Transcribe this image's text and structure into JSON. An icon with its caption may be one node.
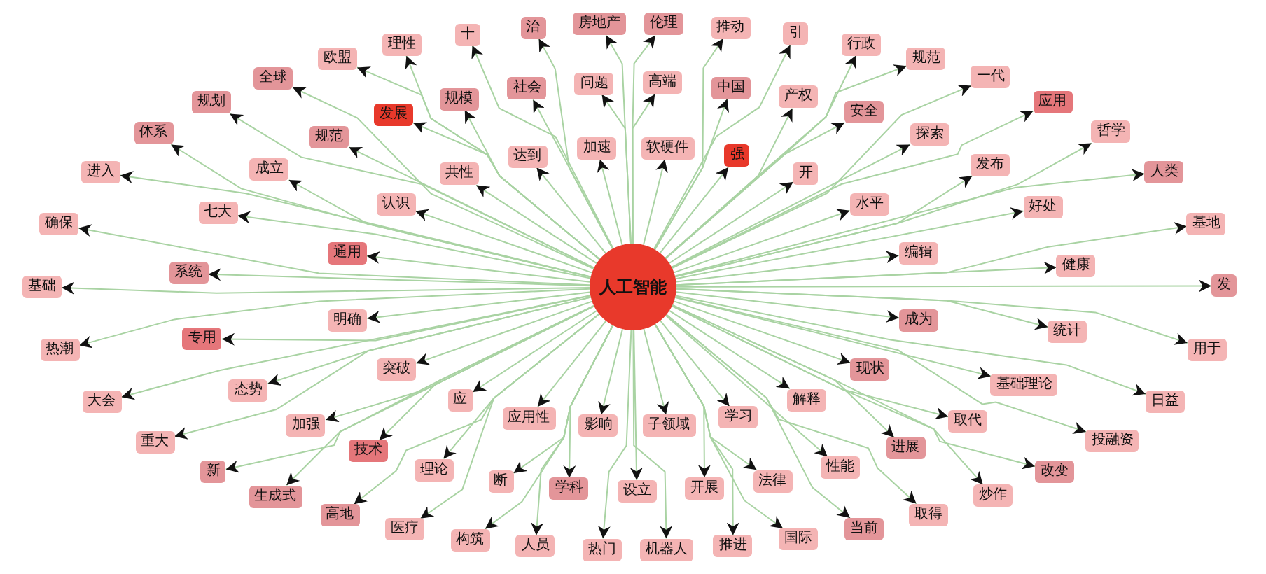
{
  "diagram": {
    "nodes": [
      {
        "text": [
          "人工智能"
        ]
      },
      {
        "text": [
          "基础"
        ]
      },
      {
        "text": [
          "系统"
        ]
      },
      {
        "text": [
          "确保"
        ]
      },
      {
        "text": [
          "通用"
        ]
      },
      {
        "text": [
          "进入"
        ]
      },
      {
        "text": [
          "七大"
        ]
      },
      {
        "text": [
          "体系"
        ]
      },
      {
        "text": [
          "成立"
        ]
      },
      {
        "text": [
          "认识"
        ]
      },
      {
        "text": [
          "规划"
        ]
      },
      {
        "text": [
          "规范"
        ]
      },
      {
        "text": [
          "全球"
        ]
      },
      {
        "text": [
          "共性"
        ]
      },
      {
        "text": [
          "欧盟"
        ]
      },
      {
        "text": [
          "发展"
        ]
      },
      {
        "text": [
          "理性"
        ]
      },
      {
        "text": [
          "规模"
        ]
      },
      {
        "text": [
          "达到"
        ]
      },
      {
        "text": [
          "十"
        ]
      },
      {
        "text": [
          "社会"
        ]
      },
      {
        "text": [
          "治"
        ]
      },
      {
        "text": [
          "加速"
        ]
      },
      {
        "text": [
          "房地产"
        ]
      },
      {
        "text": [
          "问题"
        ]
      },
      {
        "text": [
          "伦理"
        ]
      },
      {
        "text": [
          "高端"
        ]
      },
      {
        "text": [
          "软硬件"
        ]
      },
      {
        "text": [
          "推动"
        ]
      },
      {
        "text": [
          "中国"
        ]
      },
      {
        "text": [
          "引"
        ]
      },
      {
        "text": [
          "强"
        ]
      },
      {
        "text": [
          "行政"
        ]
      },
      {
        "text": [
          "产权"
        ]
      },
      {
        "text": [
          "规范"
        ]
      },
      {
        "text": [
          "安全"
        ]
      },
      {
        "text": [
          "开"
        ]
      },
      {
        "text": [
          "一代"
        ]
      },
      {
        "text": [
          "探索"
        ]
      },
      {
        "text": [
          "应用"
        ]
      },
      {
        "text": [
          "水平"
        ]
      },
      {
        "text": [
          "哲学"
        ]
      },
      {
        "text": [
          "发布"
        ]
      },
      {
        "text": [
          "人类"
        ]
      },
      {
        "text": [
          "好处"
        ]
      },
      {
        "text": [
          "编辑"
        ]
      },
      {
        "text": [
          "基地"
        ]
      },
      {
        "text": [
          "健康"
        ]
      },
      {
        "text": [
          "发"
        ]
      },
      {
        "text": [
          "成为"
        ]
      },
      {
        "text": [
          "用于"
        ]
      },
      {
        "text": [
          "统计"
        ]
      },
      {
        "text": [
          "日益"
        ]
      },
      {
        "text": [
          "基础理论"
        ]
      },
      {
        "text": [
          "现状"
        ]
      },
      {
        "text": [
          "投融资"
        ]
      },
      {
        "text": [
          "取代"
        ]
      },
      {
        "text": [
          "改变"
        ]
      },
      {
        "text": [
          "解释"
        ]
      },
      {
        "text": [
          "炒作"
        ]
      },
      {
        "text": [
          "进展"
        ]
      },
      {
        "text": [
          "取得"
        ]
      },
      {
        "text": [
          "性能"
        ]
      },
      {
        "text": [
          "学习"
        ]
      },
      {
        "text": [
          "当前"
        ]
      },
      {
        "text": [
          "法律"
        ]
      },
      {
        "text": [
          "国际"
        ]
      },
      {
        "text": [
          "子领域"
        ]
      },
      {
        "text": [
          "推进"
        ]
      },
      {
        "text": [
          "开展"
        ]
      },
      {
        "text": [
          "机器人"
        ]
      },
      {
        "text": [
          "设立"
        ]
      },
      {
        "text": [
          "影响"
        ]
      },
      {
        "text": [
          "热门"
        ]
      },
      {
        "text": [
          "学科"
        ]
      },
      {
        "text": [
          "人员"
        ]
      },
      {
        "text": [
          "应用性"
        ]
      },
      {
        "text": [
          "构筑"
        ]
      },
      {
        "text": [
          "断"
        ]
      },
      {
        "text": [
          "医疗"
        ]
      },
      {
        "text": [
          "理论"
        ]
      },
      {
        "text": [
          "应"
        ]
      },
      {
        "text": [
          "高地"
        ]
      },
      {
        "text": [
          "技术"
        ]
      },
      {
        "text": [
          "生成式"
        ]
      },
      {
        "text": [
          "突破"
        ]
      },
      {
        "text": [
          "新"
        ]
      },
      {
        "text": [
          "加强"
        ]
      },
      {
        "text": [
          "重大"
        ]
      },
      {
        "text": [
          "态势"
        ]
      },
      {
        "text": [
          "明确"
        ]
      },
      {
        "text": [
          "大会"
        ]
      },
      {
        "text": [
          "专用"
        ]
      },
      {
        "text": [
          "热潮"
        ]
      }
    ],
    "edges": [
      {
        "from": 0,
        "to": 1,
        "arrow": "to"
      },
      {
        "from": 0,
        "to": 2,
        "arrow": "to"
      },
      {
        "from": 0,
        "to": 3,
        "arrow": "to"
      },
      {
        "from": 0,
        "to": 4,
        "arrow": "to"
      },
      {
        "from": 0,
        "to": 5,
        "arrow": "to"
      },
      {
        "from": 0,
        "to": 6,
        "arrow": "to"
      },
      {
        "from": 0,
        "to": 7,
        "arrow": "to"
      },
      {
        "from": 0,
        "to": 8,
        "arrow": "to"
      },
      {
        "from": 0,
        "to": 9,
        "arrow": "to"
      },
      {
        "from": 0,
        "to": 10,
        "arrow": "to"
      },
      {
        "from": 0,
        "to": 11,
        "arrow": "to"
      },
      {
        "from": 0,
        "to": 12,
        "arrow": "to"
      },
      {
        "from": 0,
        "to": 13,
        "arrow": "to"
      },
      {
        "from": 0,
        "to": 14,
        "arrow": "to"
      },
      {
        "from": 0,
        "to": 15,
        "arrow": "to"
      },
      {
        "from": 0,
        "to": 16,
        "arrow": "to"
      },
      {
        "from": 0,
        "to": 17,
        "arrow": "to"
      },
      {
        "from": 0,
        "to": 18,
        "arrow": "to"
      },
      {
        "from": 0,
        "to": 19,
        "arrow": "to"
      },
      {
        "from": 0,
        "to": 20,
        "arrow": "to"
      },
      {
        "from": 0,
        "to": 21,
        "arrow": "to"
      },
      {
        "from": 0,
        "to": 22,
        "arrow": "to"
      },
      {
        "from": 0,
        "to": 23,
        "arrow": "to"
      },
      {
        "from": 0,
        "to": 24,
        "arrow": "to"
      },
      {
        "from": 0,
        "to": 25,
        "arrow": "to"
      },
      {
        "from": 0,
        "to": 26,
        "arrow": "to"
      },
      {
        "from": 0,
        "to": 27,
        "arrow": "to"
      },
      {
        "from": 0,
        "to": 28,
        "arrow": "to"
      },
      {
        "from": 0,
        "to": 29,
        "arrow": "to"
      },
      {
        "from": 0,
        "to": 30,
        "arrow": "to"
      },
      {
        "from": 0,
        "to": 31,
        "arrow": "to"
      },
      {
        "from": 0,
        "to": 32,
        "arrow": "to"
      },
      {
        "from": 0,
        "to": 33,
        "arrow": "to"
      },
      {
        "from": 0,
        "to": 34,
        "arrow": "to"
      },
      {
        "from": 0,
        "to": 35,
        "arrow": "to"
      },
      {
        "from": 0,
        "to": 36,
        "arrow": "to"
      },
      {
        "from": 0,
        "to": 37,
        "arrow": "to"
      },
      {
        "from": 0,
        "to": 38,
        "arrow": "to"
      },
      {
        "from": 0,
        "to": 39,
        "arrow": "to"
      },
      {
        "from": 0,
        "to": 40,
        "arrow": "to"
      },
      {
        "from": 0,
        "to": 41,
        "arrow": "to"
      },
      {
        "from": 0,
        "to": 42,
        "arrow": "to"
      },
      {
        "from": 0,
        "to": 43,
        "arrow": "to"
      },
      {
        "from": 0,
        "to": 44,
        "arrow": "to"
      },
      {
        "from": 0,
        "to": 45,
        "arrow": "to"
      },
      {
        "from": 0,
        "to": 46,
        "arrow": "to"
      },
      {
        "from": 0,
        "to": 47,
        "arrow": "to"
      },
      {
        "from": 0,
        "to": 48,
        "arrow": "to"
      },
      {
        "from": 0,
        "to": 49,
        "arrow": "to"
      },
      {
        "from": 0,
        "to": 50,
        "arrow": "to"
      },
      {
        "from": 0,
        "to": 51,
        "arrow": "to"
      },
      {
        "from": 0,
        "to": 52,
        "arrow": "to"
      },
      {
        "from": 0,
        "to": 53,
        "arrow": "to"
      },
      {
        "from": 0,
        "to": 54,
        "arrow": "to"
      },
      {
        "from": 0,
        "to": 55,
        "arrow": "to"
      },
      {
        "from": 0,
        "to": 56,
        "arrow": "to"
      },
      {
        "from": 0,
        "to": 57,
        "arrow": "to"
      },
      {
        "from": 0,
        "to": 58,
        "arrow": "to"
      },
      {
        "from": 0,
        "to": 59,
        "arrow": "to"
      },
      {
        "from": 0,
        "to": 60,
        "arrow": "to"
      },
      {
        "from": 0,
        "to": 61,
        "arrow": "to"
      },
      {
        "from": 0,
        "to": 62,
        "arrow": "to"
      },
      {
        "from": 0,
        "to": 63,
        "arrow": "to"
      },
      {
        "from": 0,
        "to": 64,
        "arrow": "to"
      },
      {
        "from": 0,
        "to": 65,
        "arrow": "to"
      },
      {
        "from": 0,
        "to": 66,
        "arrow": "to"
      },
      {
        "from": 0,
        "to": 67,
        "arrow": "to"
      },
      {
        "from": 0,
        "to": 68,
        "arrow": "to"
      },
      {
        "from": 0,
        "to": 69,
        "arrow": "to"
      },
      {
        "from": 0,
        "to": 70,
        "arrow": "to"
      },
      {
        "from": 0,
        "to": 71,
        "arrow": "to"
      },
      {
        "from": 0,
        "to": 72,
        "arrow": "to"
      },
      {
        "from": 0,
        "to": 73,
        "arrow": "to"
      },
      {
        "from": 0,
        "to": 74,
        "arrow": "to"
      },
      {
        "from": 0,
        "to": 75,
        "arrow": "to"
      },
      {
        "from": 0,
        "to": 76,
        "arrow": "to"
      },
      {
        "from": 0,
        "to": 77,
        "arrow": "to"
      },
      {
        "from": 0,
        "to": 78,
        "arrow": "to"
      },
      {
        "from": 0,
        "to": 79,
        "arrow": "to"
      },
      {
        "from": 0,
        "to": 80,
        "arrow": "to"
      },
      {
        "from": 0,
        "to": 81,
        "arrow": "to"
      },
      {
        "from": 0,
        "to": 82,
        "arrow": "to"
      },
      {
        "from": 0,
        "to": 83,
        "arrow": "to"
      },
      {
        "from": 0,
        "to": 84,
        "arrow": "to"
      },
      {
        "from": 0,
        "to": 85,
        "arrow": "to"
      },
      {
        "from": 0,
        "to": 86,
        "arrow": "to"
      },
      {
        "from": 0,
        "to": 87,
        "arrow": "to"
      },
      {
        "from": 0,
        "to": 88,
        "arrow": "to"
      },
      {
        "from": 0,
        "to": 89,
        "arrow": "to"
      },
      {
        "from": 0,
        "to": 90,
        "arrow": "to"
      },
      {
        "from": 0,
        "to": 91,
        "arrow": "to"
      },
      {
        "from": 0,
        "to": 92,
        "arrow": "to"
      },
      {
        "from": 0,
        "to": 93,
        "arrow": "to"
      }
    ]
  }
}
